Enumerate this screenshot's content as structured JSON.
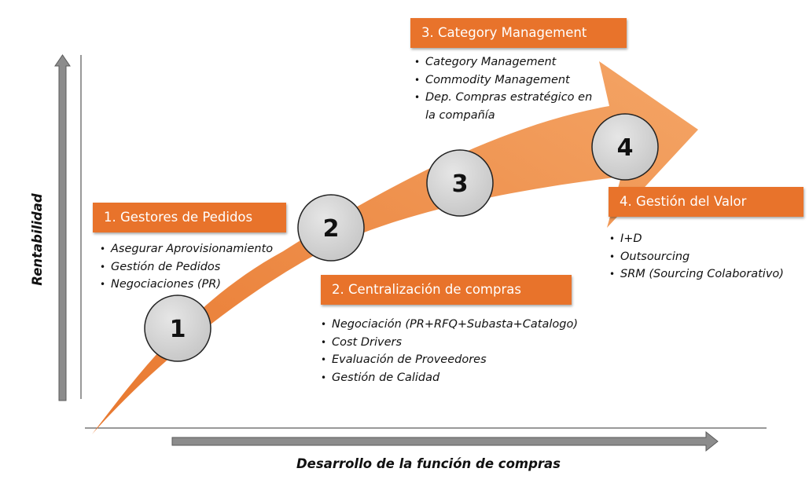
{
  "axes": {
    "y_label": "Rentabilidad",
    "x_label": "Desarrollo de la función de compras"
  },
  "colors": {
    "accent": "#e8732b",
    "arrow_fill": "#f2a05c",
    "circle_fill": "#d4d4d4",
    "axis_arrow": "#8c8c8c"
  },
  "steps": [
    {
      "number": "1"
    },
    {
      "number": "2"
    },
    {
      "number": "3"
    },
    {
      "number": "4"
    }
  ],
  "stages": [
    {
      "title": "1. Gestores de Pedidos",
      "items": [
        "Asegurar Aprovisionamiento",
        "Gestión de Pedidos",
        "Negociaciones (PR)"
      ]
    },
    {
      "title": "2. Centralización de compras",
      "items": [
        "Negociación (PR+RFQ+Subasta+Catalogo)",
        "Cost Drivers",
        "Evaluación de Proveedores",
        "Gestión de Calidad"
      ]
    },
    {
      "title": "3. Category Management",
      "items": [
        "Category Management",
        "Commodity Management",
        "Dep. Compras estratégico en",
        "la compañía"
      ]
    },
    {
      "title": "4. Gestión del Valor",
      "items": [
        "I+D",
        "Outsourcing",
        "SRM (Sourcing Colaborativo)"
      ]
    }
  ]
}
